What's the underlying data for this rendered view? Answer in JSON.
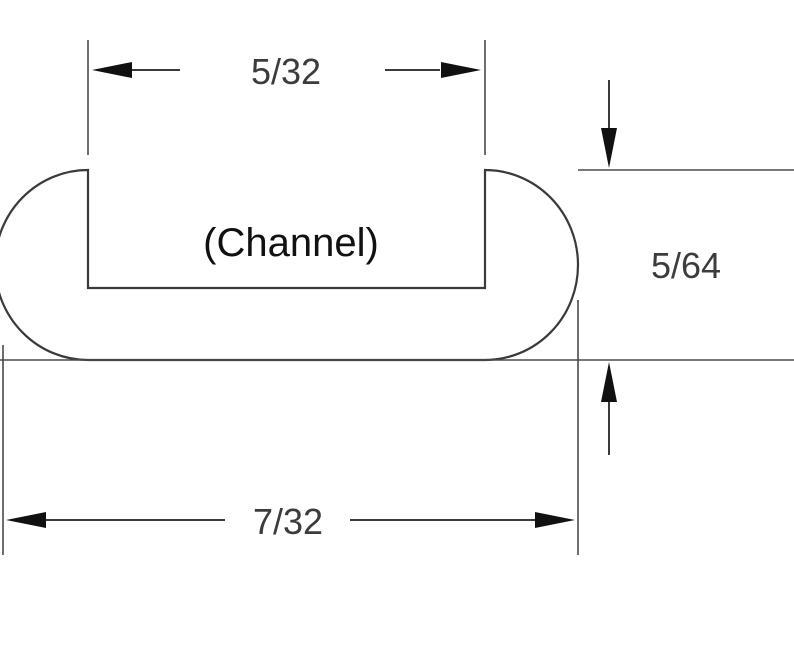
{
  "dimensions": {
    "top_width": "5/32",
    "height": "5/64",
    "bottom_width": "7/32"
  },
  "labels": {
    "channel": "(Channel)"
  },
  "colors": {
    "background": "#ffffff",
    "line": "#3a3a3a",
    "arrow": "#111111",
    "text": "#3c3c3c"
  }
}
